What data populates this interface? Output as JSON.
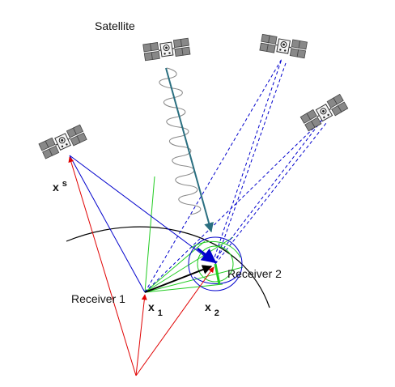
{
  "labels": {
    "satellite": "Satellite",
    "xs_main": "x",
    "xs_sup": "s",
    "receiver1": "Receiver 1",
    "receiver2": "Receiver 2",
    "x1_main": "x",
    "x1_sub": "1",
    "x2_main": "x",
    "x2_sub": "2"
  },
  "colors": {
    "red": "#e00000",
    "blue": "#0000cc",
    "green": "#22cc22",
    "signal": "#2a6f80",
    "wave": "#888888",
    "black": "#000000"
  },
  "icons": [
    "satellite-icon"
  ]
}
